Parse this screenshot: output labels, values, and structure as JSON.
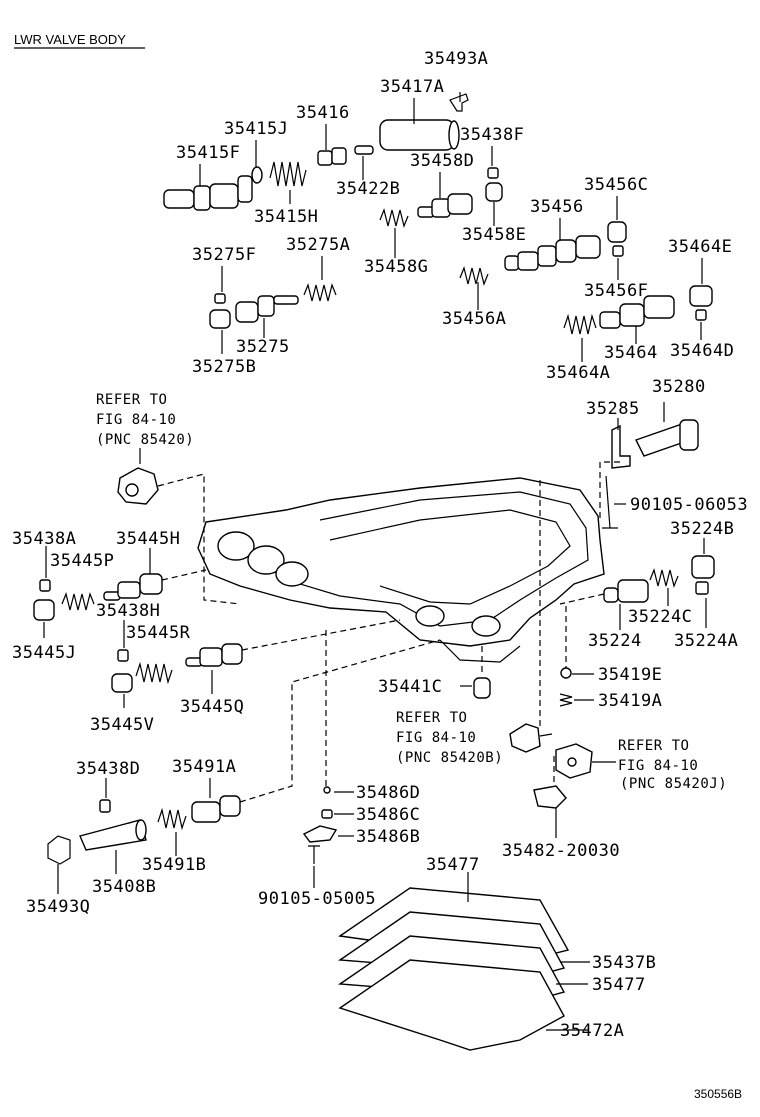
{
  "header": {
    "title": "LWR VALVE BODY"
  },
  "footer": {
    "code": "350556B"
  },
  "refer_notes": {
    "a": {
      "line1": "REFER TO",
      "line2": "FIG 84-10",
      "line3": "(PNC 85420)"
    },
    "b": {
      "line1": "REFER TO",
      "line2": "FIG 84-10",
      "line3": "(PNC 85420B)"
    },
    "c": {
      "line1": "REFER TO",
      "line2": "FIG 84-10",
      "line3": "(PNC 85420J)"
    }
  },
  "parts": {
    "p35493A": "35493A",
    "p35417A": "35417A",
    "p35416": "35416",
    "p35415J": "35415J",
    "p35415F": "35415F",
    "p35438F": "35438F",
    "p35458D": "35458D",
    "p35422B": "35422B",
    "p35415H": "35415H",
    "p35456C": "35456C",
    "p35456": "35456",
    "p35458E": "35458E",
    "p35458G": "35458G",
    "p35275F": "35275F",
    "p35275A": "35275A",
    "p35464E": "35464E",
    "p35456F": "35456F",
    "p35456A": "35456A",
    "p35275": "35275",
    "p35275B": "35275B",
    "p35464": "35464",
    "p35464D": "35464D",
    "p35464A": "35464A",
    "p35280": "35280",
    "p35285": "35285",
    "p90105_06053": "90105-06053",
    "p35438A": "35438A",
    "p35445H": "35445H",
    "p35445P": "35445P",
    "p35224B": "35224B",
    "p35438H": "35438H",
    "p35445R": "35445R",
    "p35224C": "35224C",
    "p35445J": "35445J",
    "p35224": "35224",
    "p35224A": "35224A",
    "p35419E": "35419E",
    "p35441C": "35441C",
    "p35419A": "35419A",
    "p35445V": "35445V",
    "p35445Q": "35445Q",
    "p35438D": "35438D",
    "p35491A": "35491A",
    "p35486D": "35486D",
    "p35486C": "35486C",
    "p35486B": "35486B",
    "p35491B": "35491B",
    "p35408B": "35408B",
    "p35493Q": "35493Q",
    "p90105_05005": "90105-05005",
    "p35482_20030": "35482-20030",
    "p35477_top": "35477",
    "p35437B": "35437B",
    "p35477": "35477",
    "p35472A": "35472A"
  }
}
